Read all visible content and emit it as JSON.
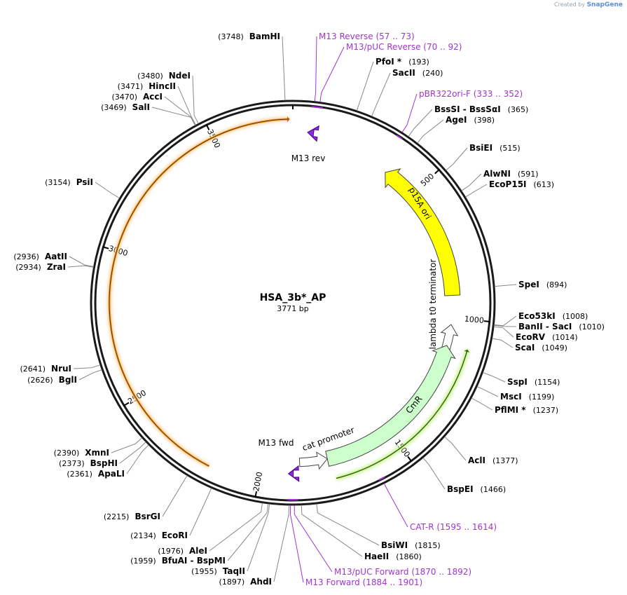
{
  "brand": {
    "created_by": "Created by",
    "name": "SnapGene"
  },
  "plasmid": {
    "name": "HSA_3b*_AP",
    "size_label": "3771 bp",
    "length": 3771
  },
  "colors": {
    "primer": "#a035d0",
    "p15a": "#ffff00",
    "cmr": "#ccffcc",
    "orf": "#f0a030",
    "m13": "#8a2be2"
  },
  "ticks": [
    {
      "pos": 500,
      "label": "500"
    },
    {
      "pos": 1000,
      "label": "1000"
    },
    {
      "pos": 1500,
      "label": "1500"
    },
    {
      "pos": 2000,
      "label": "2000"
    },
    {
      "pos": 2500,
      "label": "2500"
    },
    {
      "pos": 3000,
      "label": "3000"
    },
    {
      "pos": 3500,
      "label": "3500"
    }
  ],
  "enzymes": [
    {
      "name": "BamHI",
      "pos_label": "(3748)",
      "pos": 3748,
      "side": "left"
    },
    {
      "name": "PfoI *",
      "pos_label": "(193)",
      "pos": 193,
      "side": "right"
    },
    {
      "name": "SacII",
      "pos_label": "(240)",
      "pos": 240,
      "side": "right"
    },
    {
      "name": "BssSI  -  BssSαI",
      "pos_label": "(365)",
      "pos": 365,
      "side": "right"
    },
    {
      "name": "AgeI",
      "pos_label": "(398)",
      "pos": 398,
      "side": "right"
    },
    {
      "name": "BsiEI",
      "pos_label": "(515)",
      "pos": 515,
      "side": "right"
    },
    {
      "name": "AlwNI",
      "pos_label": "(591)",
      "pos": 591,
      "side": "right"
    },
    {
      "name": "EcoP15I",
      "pos_label": "(613)",
      "pos": 613,
      "side": "right"
    },
    {
      "name": "SpeI",
      "pos_label": "(894)",
      "pos": 894,
      "side": "right"
    },
    {
      "name": "Eco53kI",
      "pos_label": "(1008)",
      "pos": 1008,
      "side": "right"
    },
    {
      "name": "BanII  -  SacI",
      "pos_label": "(1010)",
      "pos": 1010,
      "side": "right"
    },
    {
      "name": "EcoRV",
      "pos_label": "(1014)",
      "pos": 1014,
      "side": "right"
    },
    {
      "name": "ScaI",
      "pos_label": "(1049)",
      "pos": 1049,
      "side": "right"
    },
    {
      "name": "SspI",
      "pos_label": "(1154)",
      "pos": 1154,
      "side": "right"
    },
    {
      "name": "MscI",
      "pos_label": "(1199)",
      "pos": 1199,
      "side": "right"
    },
    {
      "name": "PflMI *",
      "pos_label": "(1237)",
      "pos": 1237,
      "side": "right"
    },
    {
      "name": "AclI",
      "pos_label": "(1377)",
      "pos": 1377,
      "side": "right"
    },
    {
      "name": "BspEI",
      "pos_label": "(1466)",
      "pos": 1466,
      "side": "right"
    },
    {
      "name": "BsiWI",
      "pos_label": "(1815)",
      "pos": 1815,
      "side": "right"
    },
    {
      "name": "HaeII",
      "pos_label": "(1860)",
      "pos": 1860,
      "side": "right"
    },
    {
      "name": "AhdI",
      "pos_label": "(1897)",
      "pos": 1897,
      "side": "left"
    },
    {
      "name": "TaqII",
      "pos_label": "(1955)",
      "pos": 1955,
      "side": "left"
    },
    {
      "name": "BfuAI  -  BspMI",
      "pos_label": "(1959)",
      "pos": 1959,
      "side": "left"
    },
    {
      "name": "AleI",
      "pos_label": "(1976)",
      "pos": 1976,
      "side": "left"
    },
    {
      "name": "EcoRI",
      "pos_label": "(2134)",
      "pos": 2134,
      "side": "left"
    },
    {
      "name": "BsrGI",
      "pos_label": "(2215)",
      "pos": 2215,
      "side": "left"
    },
    {
      "name": "ApaLI",
      "pos_label": "(2361)",
      "pos": 2361,
      "side": "left"
    },
    {
      "name": "BspHI",
      "pos_label": "(2373)",
      "pos": 2373,
      "side": "left"
    },
    {
      "name": "XmnI",
      "pos_label": "(2390)",
      "pos": 2390,
      "side": "left"
    },
    {
      "name": "BglI",
      "pos_label": "(2626)",
      "pos": 2626,
      "side": "left"
    },
    {
      "name": "NruI",
      "pos_label": "(2641)",
      "pos": 2641,
      "side": "left"
    },
    {
      "name": "ZraI",
      "pos_label": "(2934)",
      "pos": 2934,
      "side": "left"
    },
    {
      "name": "AatII",
      "pos_label": "(2936)",
      "pos": 2936,
      "side": "left"
    },
    {
      "name": "PsiI",
      "pos_label": "(3154)",
      "pos": 3154,
      "side": "left"
    },
    {
      "name": "SalI",
      "pos_label": "(3469)",
      "pos": 3469,
      "side": "left"
    },
    {
      "name": "AccI",
      "pos_label": "(3470)",
      "pos": 3470,
      "side": "left"
    },
    {
      "name": "HincII",
      "pos_label": "(3471)",
      "pos": 3471,
      "side": "left"
    },
    {
      "name": "NdeI",
      "pos_label": "(3480)",
      "pos": 3480,
      "side": "left"
    }
  ],
  "primers": [
    {
      "name": "M13 Reverse",
      "range_label": "(57 .. 73)",
      "start": 57,
      "end": 73
    },
    {
      "name": "M13/pUC Reverse",
      "range_label": "(70 .. 92)",
      "start": 70,
      "end": 92
    },
    {
      "name": "pBR322ori-F",
      "range_label": "(333 .. 352)",
      "start": 333,
      "end": 352
    },
    {
      "name": "CAT-R",
      "range_label": "(1595 .. 1614)",
      "start": 1595,
      "end": 1614
    },
    {
      "name": "M13/pUC Forward",
      "range_label": "(1870 .. 1892)",
      "start": 1870,
      "end": 1892
    },
    {
      "name": "M13 Forward",
      "range_label": "(1884 .. 1901)",
      "start": 1884,
      "end": 1901
    }
  ],
  "features": [
    {
      "name": "p15A ori",
      "start": 370,
      "end": 915,
      "direction": "reverse",
      "kind": "ori"
    },
    {
      "name": "lambda t0 terminator",
      "start": 1025,
      "end": 1120,
      "direction": "reverse",
      "kind": "terminator"
    },
    {
      "name": "CmR",
      "start": 1105,
      "end": 1755,
      "direction": "reverse",
      "kind": "cds"
    },
    {
      "name": "cat promoter",
      "start": 1755,
      "end": 1860,
      "direction": "reverse",
      "kind": "promoter"
    },
    {
      "name": "M13 rev",
      "start": 52,
      "end": 73,
      "direction": "reverse",
      "kind": "primer_bind"
    },
    {
      "name": "M13 fwd",
      "start": 1884,
      "end": 1901,
      "direction": "forward",
      "kind": "primer_bind"
    },
    {
      "name": "",
      "start": 2170,
      "end": 3760,
      "direction": "forward",
      "kind": "orf"
    },
    {
      "name": "",
      "start": 1100,
      "end": 1740,
      "direction": "reverse",
      "kind": "orf_green"
    }
  ]
}
